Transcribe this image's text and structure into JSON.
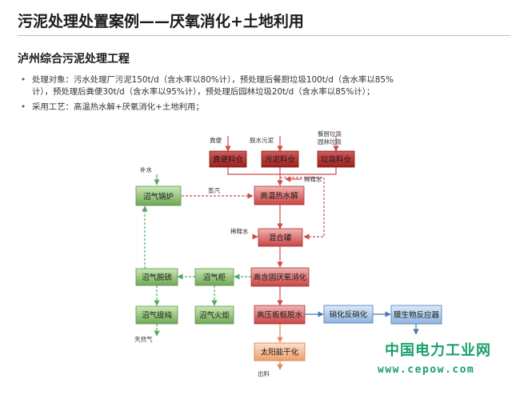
{
  "header": {
    "title": "污泥处理处置案例——厌氧消化+土地利用",
    "subtitle": "泸州综合污泥处理工程"
  },
  "bullets": {
    "object_line1": "处理对象：污水处理厂污泥150t/d（含水率以80%计），预处理后餐厨垃圾100t/d（含水率以85%",
    "object_line2": "计），预处理后粪便30t/d（含水率以95%计），预处理后园林垃圾20t/d（含水率以85%计）；",
    "process": "采用工艺：高温热水解+厌氧消化+土地利用；"
  },
  "diagram": {
    "inputs": {
      "manure": "粪便",
      "dewatered_sludge": "脱水污泥",
      "kitchen_waste": "餐厨垃圾",
      "garden_waste": "园林垃圾"
    },
    "boxes": {
      "manure_bin": "粪便料仓",
      "sludge_bin": "污泥料仓",
      "waste_bin": "垃圾料仓",
      "thermal_hydrolysis": "高温热水解",
      "mixing_tank": "混合罐",
      "digestion": "高含固厌氧消化",
      "dewatering": "高压板框脱水",
      "solar_drying": "太阳能干化",
      "nitrification": "硝化反硝化",
      "membrane_bioreactor": "膜生物反应器",
      "boiler": "沼气锅炉",
      "desulfurization": "沼气脱硫",
      "gas_holder": "沼气柜",
      "purification": "沼气提纯",
      "flare": "沼气火炬"
    },
    "labels": {
      "make_up_water": "补水",
      "steam": "蒸汽",
      "dilution_water_1": "稀释水",
      "dilution_water_2": "稀释水",
      "natural_gas": "天然气",
      "output": "出料"
    }
  },
  "watermark": {
    "name": "中国电力工业网",
    "url": "www.cepow.com"
  },
  "colors": {
    "red_box": "#b32727",
    "green_box": "#86b86b",
    "orange_box": "#f2b38b",
    "blue_box": "#9fc3e6",
    "arrow_red": "#d24a4a",
    "arrow_green": "#56a86a",
    "arrow_blue": "#4b78b8",
    "watermark_green": "#1aa06a"
  }
}
